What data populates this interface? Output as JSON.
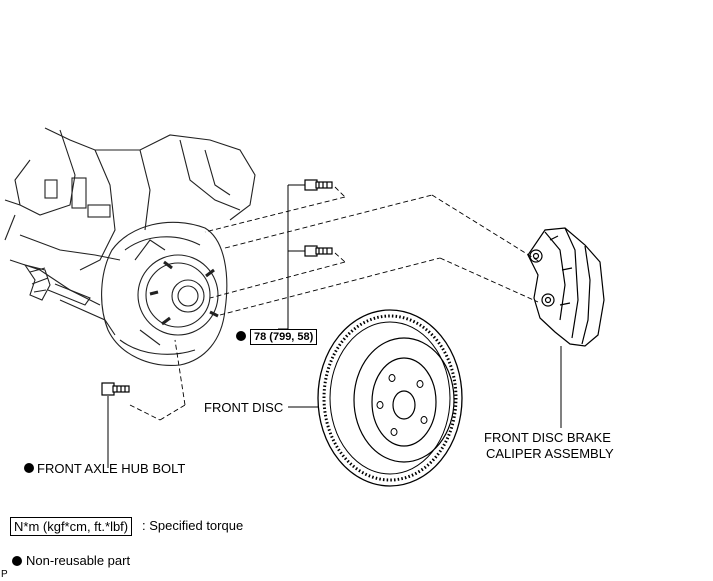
{
  "labels": {
    "front_disc": "FRONT DISC",
    "caliper_line1": "FRONT DISC BRAKE",
    "caliper_line2": "CALIPER ASSEMBLY",
    "hub_bolt": "FRONT AXLE HUB BOLT",
    "torque_spec": "78 (799, 58)"
  },
  "legend": {
    "torque_unit": "N*m (kgf*cm, ft.*lbf)",
    "torque_desc": ": Specified torque",
    "nonreusable_desc": "Non-reusable part"
  },
  "corner_mark": "P"
}
